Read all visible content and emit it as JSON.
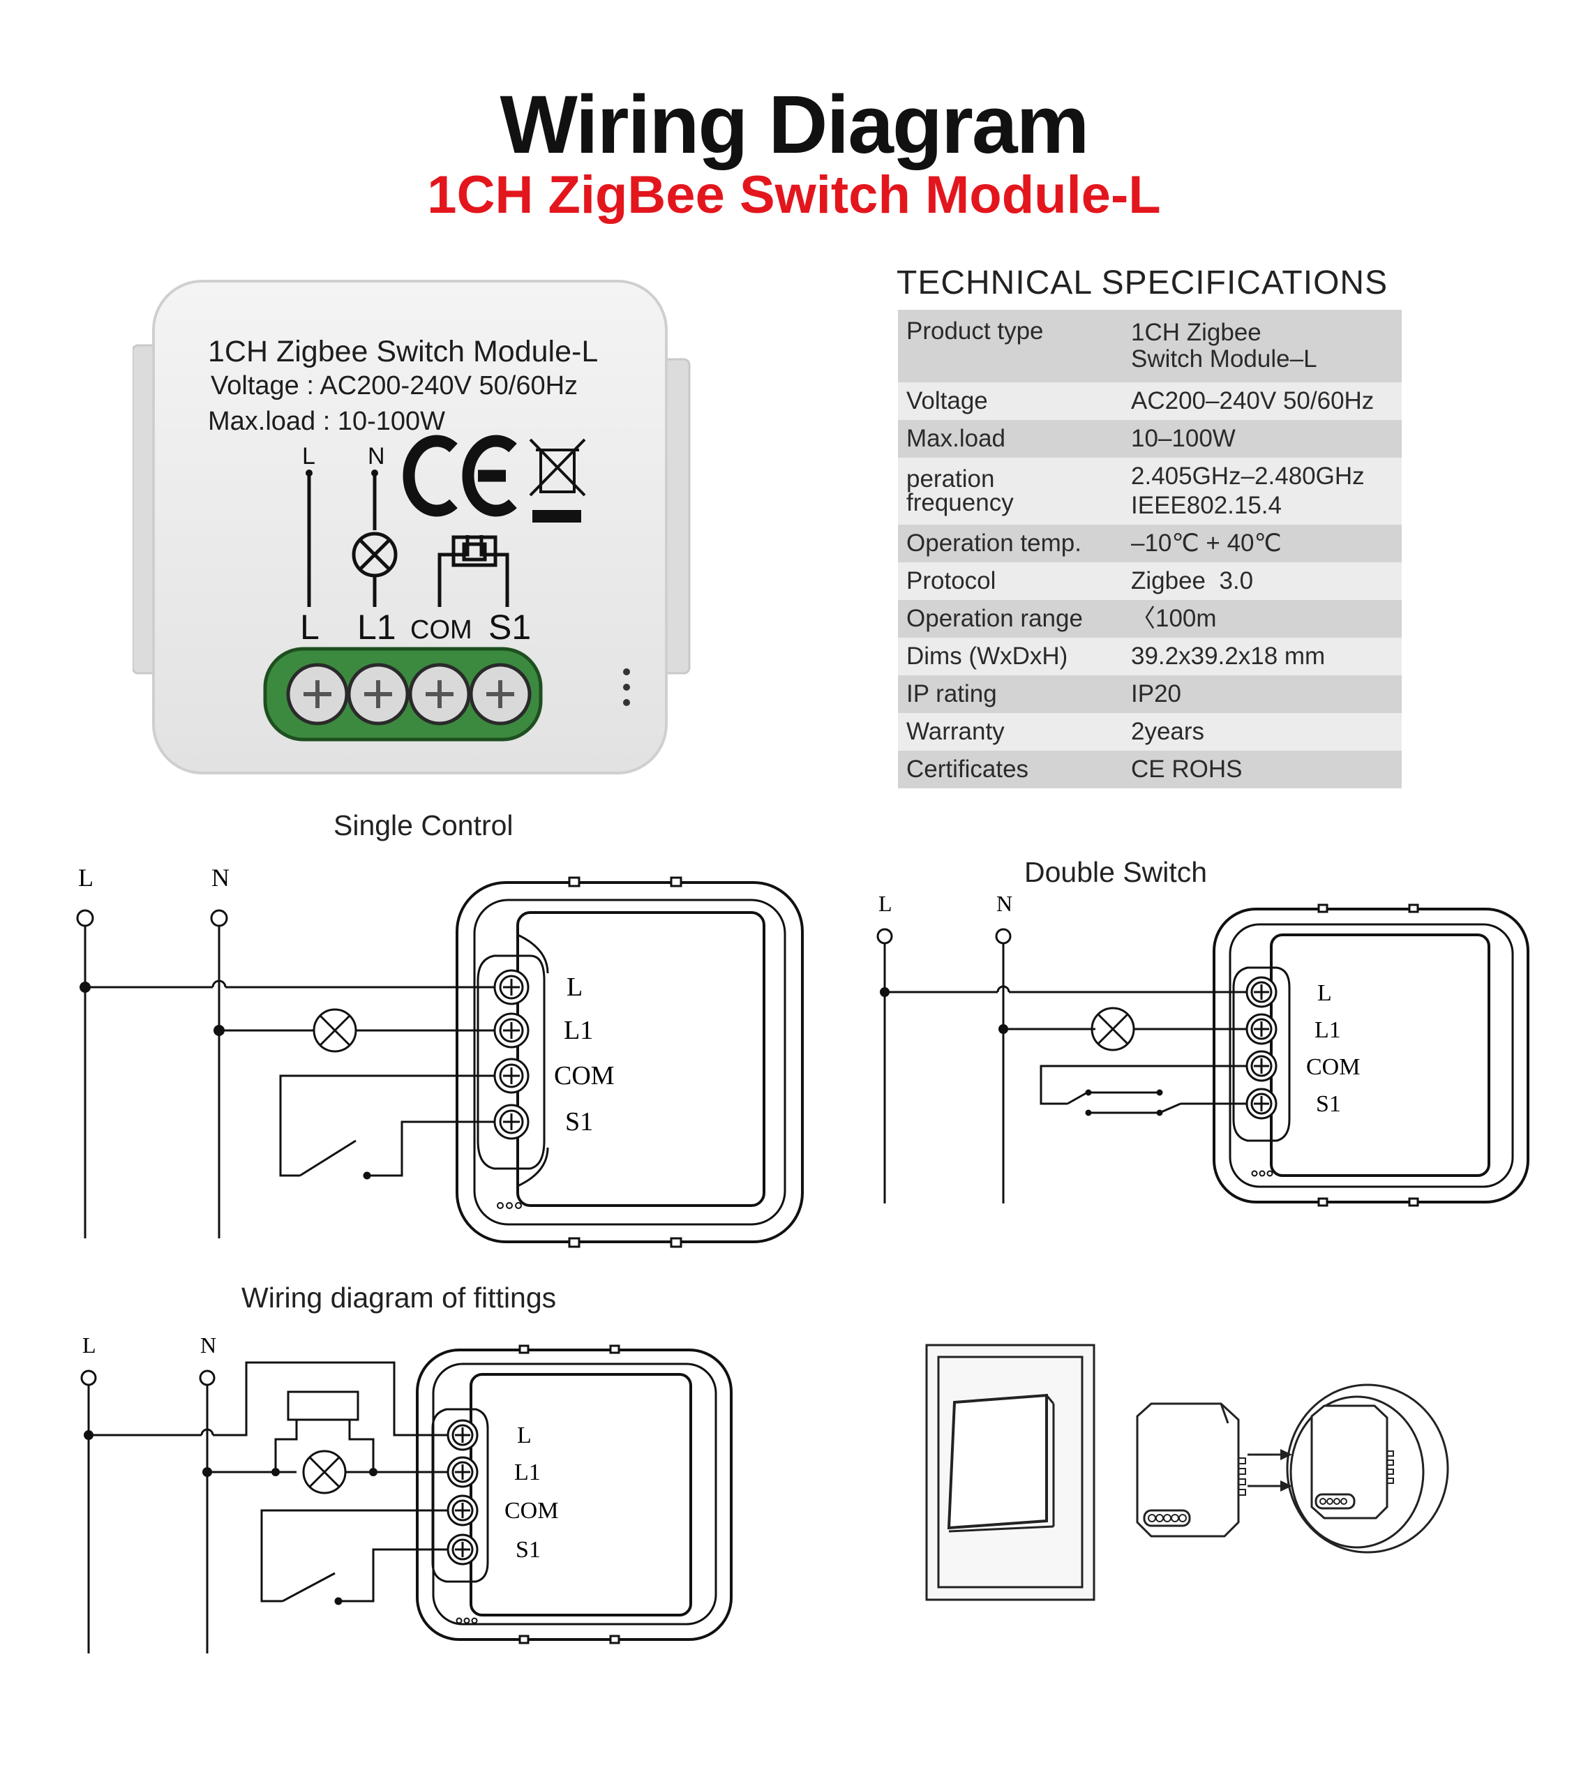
{
  "header": {
    "title": "Wiring Diagram",
    "subtitle": "1CH ZigBee Switch Module-L"
  },
  "colors": {
    "accent_red": "#e3161d",
    "terminal_green": "#3c8a3f",
    "table_dark_row": "#d3d3d3",
    "table_light_row": "#ececec"
  },
  "product": {
    "name": "1CH Zigbee Switch Module-L",
    "voltage": "Voltage : AC200-240V 50/60Hz",
    "maxload": "Max.load : 10-100W",
    "top_L": "L",
    "top_N": "N",
    "bottom_L": "L",
    "bottom_L1": "L1",
    "bottom_COM": "COM",
    "bottom_S1": "S1",
    "marks": [
      "ce-mark-icon",
      "weee-bin-icon"
    ]
  },
  "specs": {
    "heading": "TECHNICAL SPECIFICATIONS",
    "rows": [
      {
        "label": "Product type",
        "value": "1CH Zigbee\nSwitch Module–L"
      },
      {
        "label": "Voltage",
        "value": "AC200–240V 50/60Hz"
      },
      {
        "label": "Max.load",
        "value": "10–100W"
      },
      {
        "label": "peration\nfrequency",
        "value": "2.405GHz–2.480GHz\nIEEE802.15.4"
      },
      {
        "label": "Operation temp.",
        "value": "–10℃ + 40℃"
      },
      {
        "label": "Protocol",
        "value": "Zigbee  3.0"
      },
      {
        "label": "Operation range",
        "value": "〈100m"
      },
      {
        "label": "Dims (WxDxH)",
        "value": "39.2x39.2x18 mm"
      },
      {
        "label": "IP rating",
        "value": "IP20"
      },
      {
        "label": "Warranty",
        "value": "2years"
      },
      {
        "label": "Certificates",
        "value": "CE ROHS"
      }
    ]
  },
  "diagrams": {
    "single": {
      "title": "Single Control",
      "line_L": "L",
      "line_N": "N",
      "terminals": [
        "L",
        "L1",
        "COM",
        "S1"
      ]
    },
    "double": {
      "title": "Double Switch",
      "line_L": "L",
      "line_N": "N",
      "terminals": [
        "L",
        "L1",
        "COM",
        "S1"
      ]
    },
    "fittings": {
      "title": "Wiring diagram of fittings",
      "line_L": "L",
      "line_N": "N",
      "terminals": [
        "L",
        "L1",
        "COM",
        "S1"
      ]
    }
  }
}
